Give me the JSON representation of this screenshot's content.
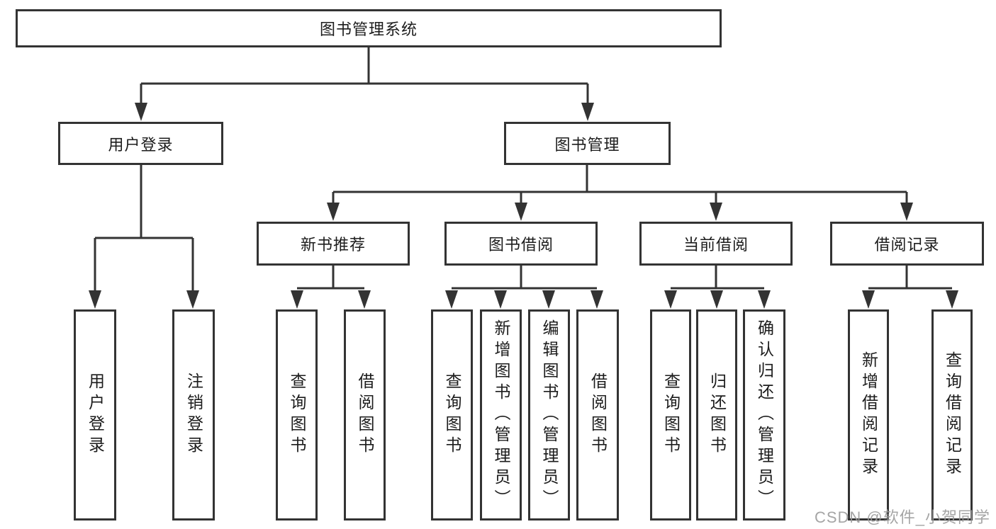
{
  "root": {
    "label": "图书管理系统"
  },
  "branches": [
    {
      "label": "用户登录",
      "children": [
        {
          "label": "用户登录"
        },
        {
          "label": "注销登录"
        }
      ]
    },
    {
      "label": "图书管理",
      "sections": [
        {
          "label": "新书推荐",
          "children": [
            {
              "label": "查询图书"
            },
            {
              "label": "借阅图书"
            }
          ]
        },
        {
          "label": "图书借阅",
          "children": [
            {
              "label": "查询图书"
            },
            {
              "label": "新增图书（管理员）"
            },
            {
              "label": "编辑图书（管理员）"
            },
            {
              "label": "借阅图书"
            }
          ]
        },
        {
          "label": "当前借阅",
          "children": [
            {
              "label": "查询图书"
            },
            {
              "label": "归还图书"
            },
            {
              "label": "确认归还（管理员）"
            }
          ]
        },
        {
          "label": "借阅记录",
          "children": [
            {
              "label": "新增借阅记录"
            },
            {
              "label": "查询借阅记录"
            }
          ]
        }
      ]
    }
  ],
  "watermark": "CSDN @软件_小贺同学",
  "colors": {
    "line": "#333333",
    "text": "#1c1c1c",
    "watermark": "#9c9c9c",
    "background": "#ffffff"
  }
}
